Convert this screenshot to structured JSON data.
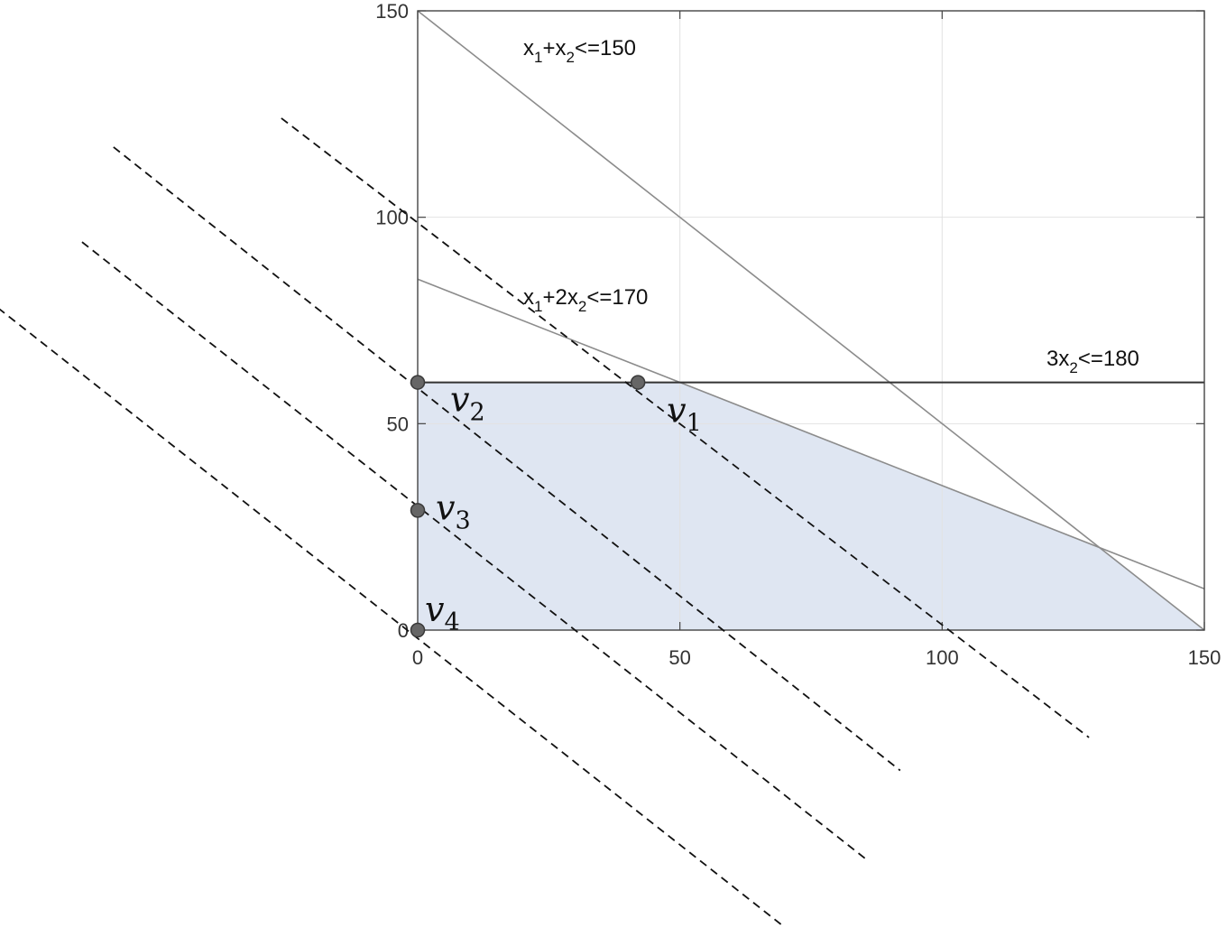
{
  "chart_data": {
    "type": "line",
    "xlim": [
      0,
      150
    ],
    "ylim": [
      0,
      150
    ],
    "xticks": [
      "0",
      "50",
      "100",
      "150"
    ],
    "yticks": [
      "0",
      "50",
      "100",
      "150"
    ],
    "grid": true,
    "colors": {
      "feasible_fill": "#dfe6f2",
      "constraint_line": "#8c8c8c",
      "binding_line": "#333333",
      "objective_line": "#111111",
      "vertex": "#666666"
    },
    "feasible_region": [
      [
        0,
        0
      ],
      [
        0,
        60
      ],
      [
        50,
        60
      ],
      [
        130,
        20
      ],
      [
        150,
        0
      ]
    ],
    "constraints": [
      {
        "label_main": "x",
        "label_sub1": "1",
        "label_mid": "+x",
        "label_sub2": "2",
        "label_tail": "<=150",
        "points": [
          [
            0,
            150
          ],
          [
            150,
            0
          ]
        ]
      },
      {
        "label_main": "x",
        "label_sub1": "1",
        "label_mid": "+2x",
        "label_sub2": "2",
        "label_tail": "<=170",
        "points": [
          [
            0,
            85
          ],
          [
            150,
            10
          ]
        ]
      },
      {
        "label_main": "3x",
        "label_sub1": "2",
        "label_mid": "",
        "label_sub2": "",
        "label_tail": "<=180",
        "points": [
          [
            0,
            60
          ],
          [
            150,
            60
          ]
        ]
      }
    ],
    "objective_lines": [
      {
        "points": [
          [
            -26,
            124
          ],
          [
            128,
            -26
          ]
        ]
      },
      {
        "points": [
          [
            -58,
            117
          ],
          [
            92,
            -34
          ]
        ]
      },
      {
        "points": [
          [
            -64,
            94
          ],
          [
            86,
            -56
          ]
        ]
      },
      {
        "points": [
          [
            -80,
            78
          ],
          [
            70,
            -72
          ]
        ]
      }
    ],
    "vertices": [
      {
        "name": "v",
        "sub": "1",
        "x": 42,
        "y": 60
      },
      {
        "name": "v",
        "sub": "2",
        "x": 0,
        "y": 60
      },
      {
        "name": "v",
        "sub": "3",
        "x": 0,
        "y": 29
      },
      {
        "name": "v",
        "sub": "4",
        "x": 0,
        "y": 0
      }
    ]
  }
}
